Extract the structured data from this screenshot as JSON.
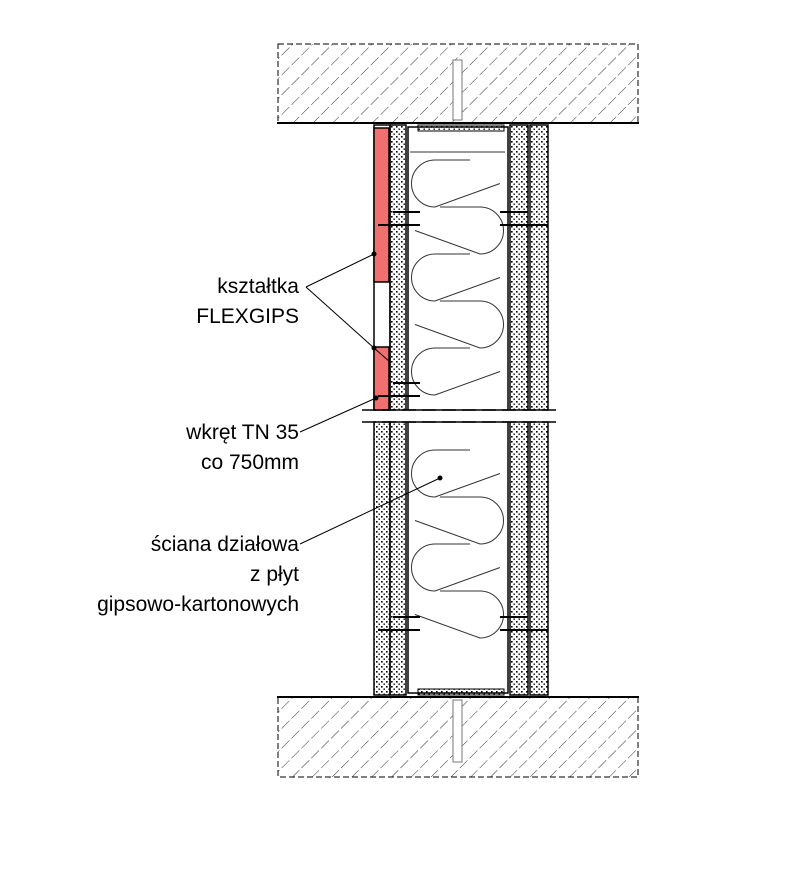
{
  "labels": {
    "flexgips": [
      "kształtka",
      "FLEXGIPS"
    ],
    "screw": [
      "wkręt TN 35",
      "co 750mm"
    ],
    "wall": [
      "ściana działowa",
      "z płyt",
      "gipsowo-kartonowych"
    ]
  },
  "colors": {
    "flexgips": "#f07070",
    "line": "#000000"
  }
}
